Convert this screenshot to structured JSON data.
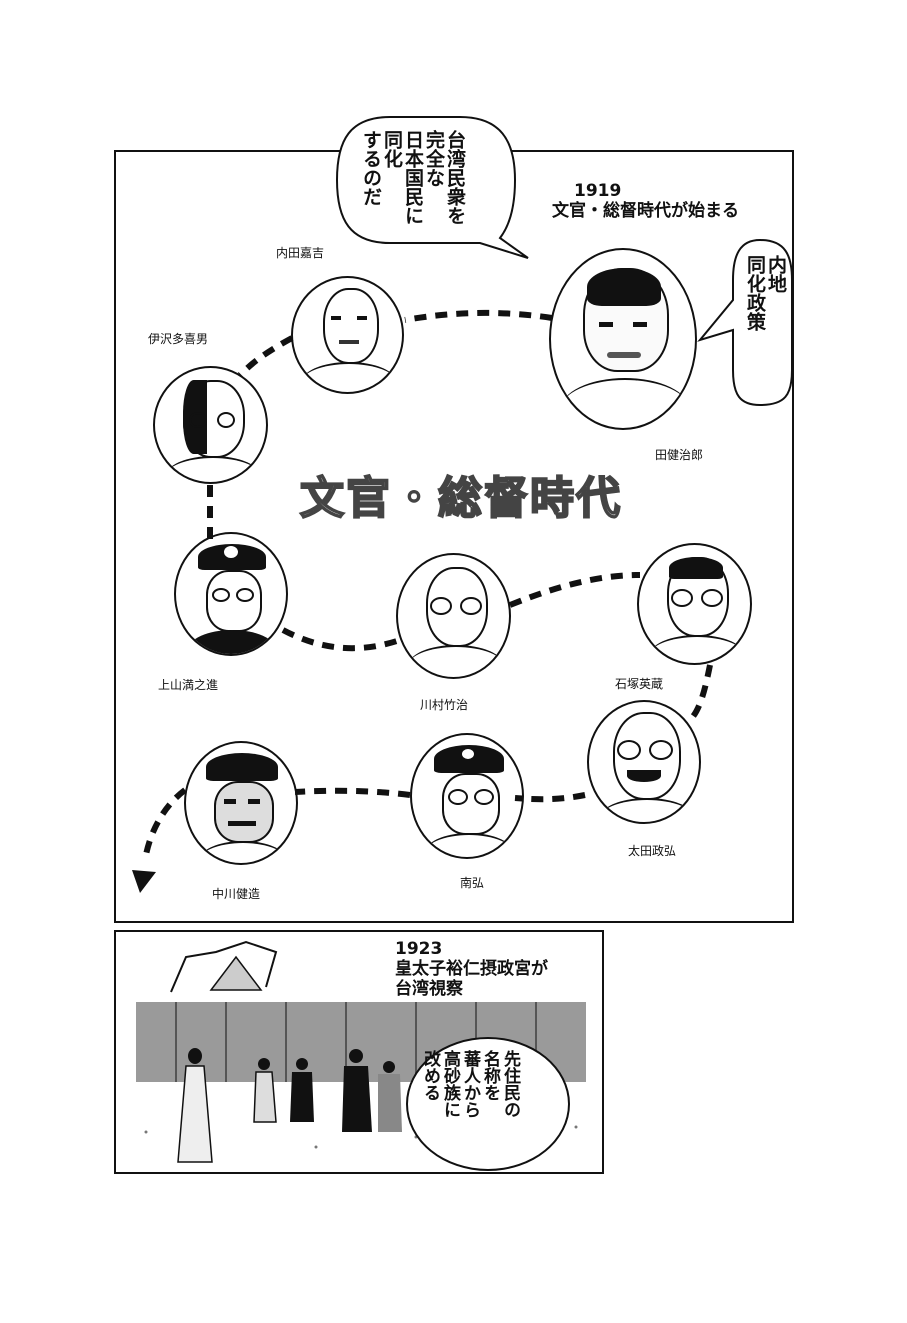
{
  "panel1": {
    "caption_year": "1919",
    "caption_text": "文官・総督時代が始まる",
    "bubble_top": "台湾民衆を\n完全な\n日本国民に\n同化\nするのだ",
    "bubble_right": "内地\n同化政策",
    "center_title": "文官・総督時代",
    "governors": [
      {
        "name": "田健治郎"
      },
      {
        "name": "内田嘉吉"
      },
      {
        "name": "伊沢多喜男"
      },
      {
        "name": "上山満之進"
      },
      {
        "name": "川村竹治"
      },
      {
        "name": "石塚英蔵"
      },
      {
        "name": "太田政弘"
      },
      {
        "name": "南弘"
      },
      {
        "name": "中川健造"
      }
    ]
  },
  "panel2": {
    "caption_year": "1923",
    "caption_line1": "皇太子裕仁摂政宮が",
    "caption_line2": "台湾視察",
    "bubble": "先住民の\n名称を\n蕃人から\n高砂族に\n改める"
  }
}
